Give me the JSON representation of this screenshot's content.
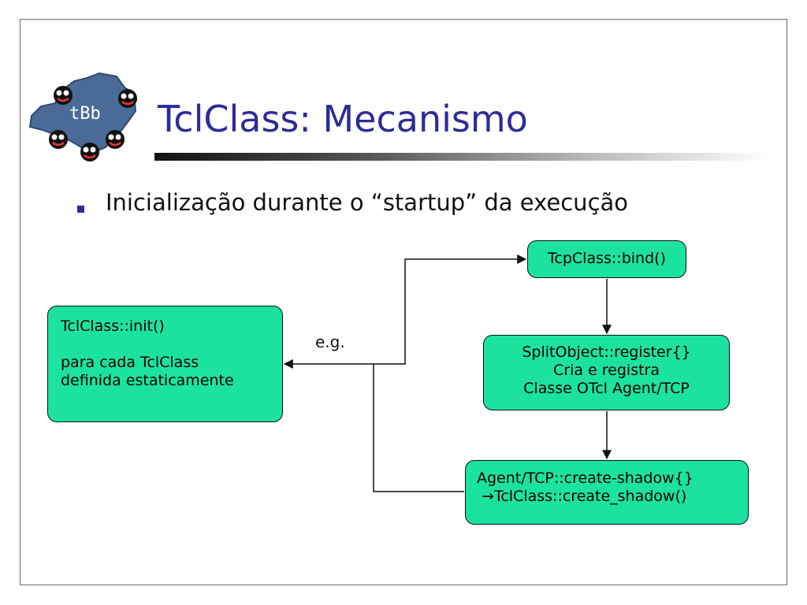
{
  "slide": {
    "title": "TclClass: Mecanismo",
    "bullet": "Inicialização durante o “startup” da execução"
  },
  "logo": {
    "text": "tBb"
  },
  "diagram": {
    "init_box": {
      "line1": "TclClass::init()",
      "line2": "para cada TclClass",
      "line3": "definida estaticamente"
    },
    "bind_box": {
      "text": "TcpClass::bind()"
    },
    "register_box": {
      "line1": "SplitObject::register{}",
      "line2": "Cria e registra",
      "line3": "Classe OTcl Agent/TCP"
    },
    "shadow_box": {
      "line1": "Agent/TCP::create-shadow{}",
      "line2": " →TclClass::create_shadow()"
    },
    "eg_label": "e.g."
  },
  "colors": {
    "title": "#2b2b9a",
    "box_fill": "#1be39e",
    "frame": "#6b6b6b",
    "logo_map": "#4a6a98"
  }
}
